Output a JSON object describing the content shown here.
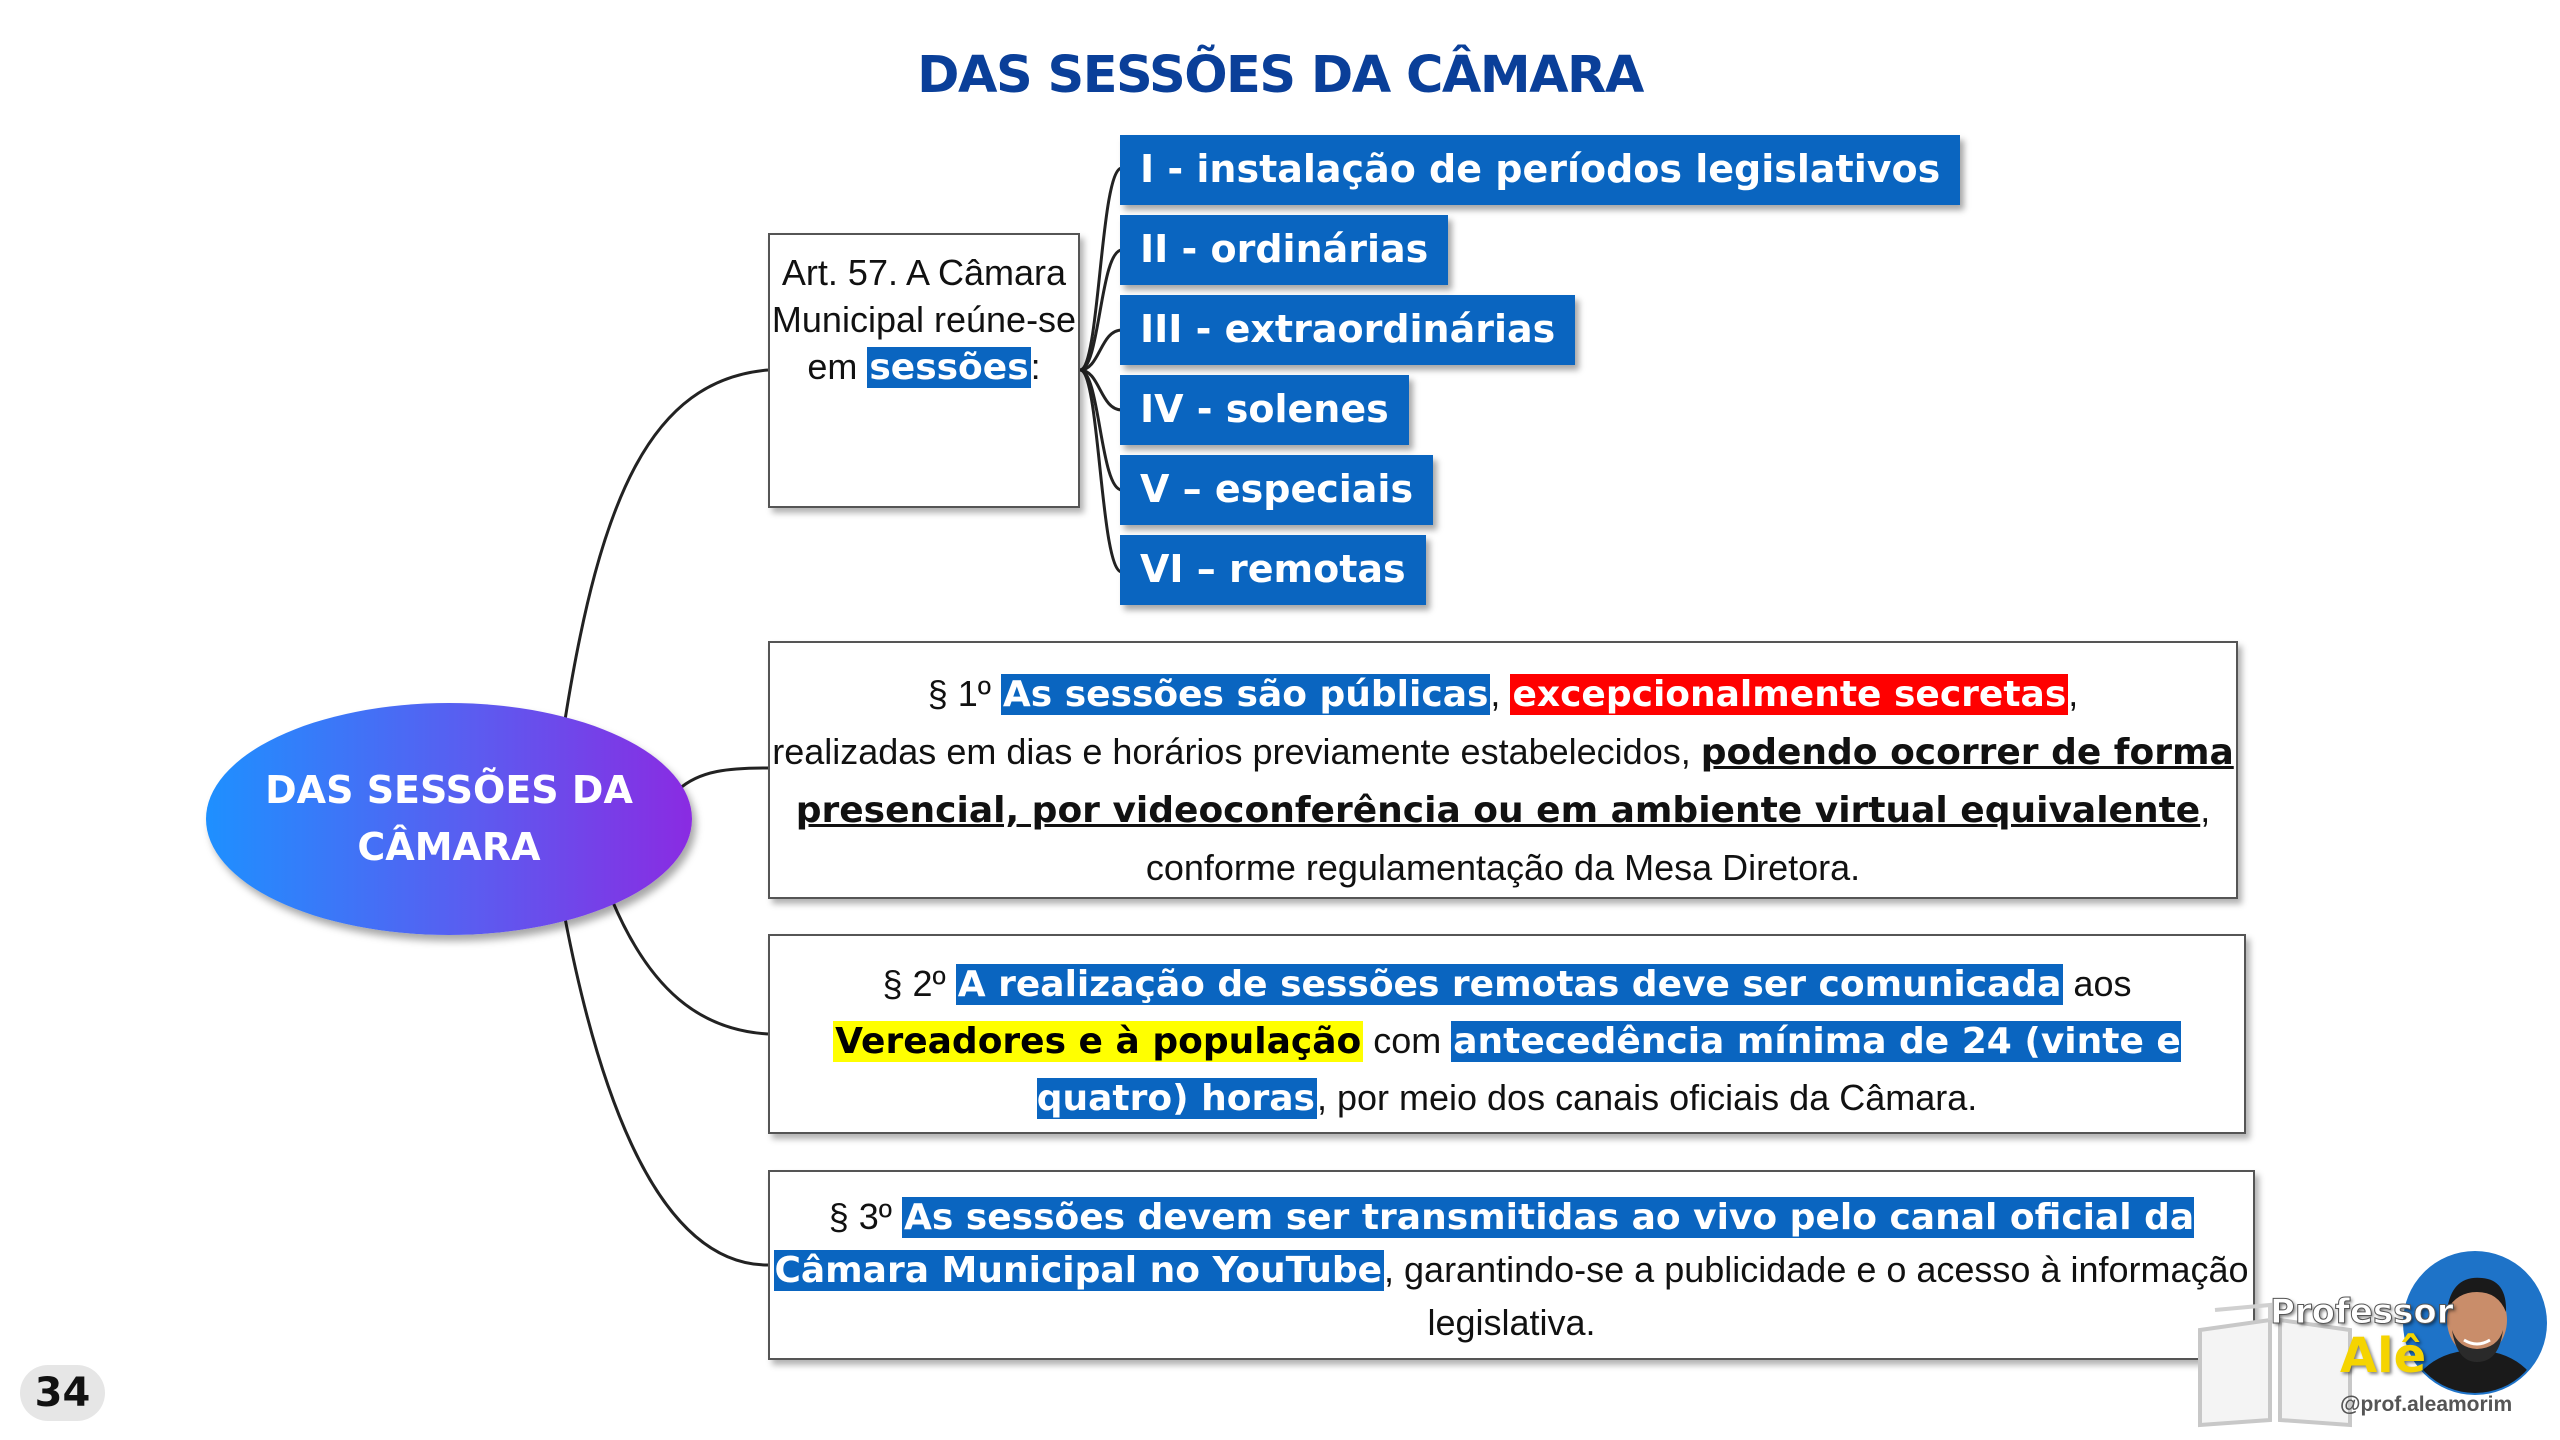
{
  "title": "DAS SESSÕES DA CÂMARA",
  "center": {
    "label": "DAS SESSÕES DA CÂMARA"
  },
  "art57": {
    "text": "Art. 57. A Câmara Municipal reúne-se em",
    "highlight": "sessões",
    "suffix": ":"
  },
  "items": [
    "I - instalação de períodos legislativos",
    "II - ordinárias",
    "III - extraordinárias",
    "IV - solenes",
    "V – especiais",
    "VI – remotas"
  ],
  "par1": {
    "prefix": "§ 1º ",
    "public": "As sessões são públicas",
    "comma1": ", ",
    "secret": "excepcionalmente secretas",
    "comma2": ",",
    "mid": "realizadas em dias e horários previamente estabelecidos, ",
    "bold": "podendo ocorrer de forma presencial, por videoconferência ou em ambiente virtual equivalente",
    "end": ", conforme regulamentação da Mesa Diretora."
  },
  "par2": {
    "prefix": "§ 2º ",
    "h1": "A realização de sessões remotas deve ser comunicada",
    "t1": " aos ",
    "yellow": "Vereadores e à população",
    "t2": " com ",
    "h2": "antecedência mínima de 24 (vinte e quatro) horas",
    "end": ", por meio dos canais oficiais da Câmara."
  },
  "par3": {
    "prefix": "§ 3º ",
    "h1": "As sessões devem ser transmitidas ao vivo pelo canal oficial da Câmara Municipal no YouTube",
    "end": ", garantindo-se a publicidade e o acesso à informação legislativa."
  },
  "page_number": "34",
  "brand": {
    "line1": "Professor",
    "line2": "Alê",
    "handle": "@prof.aleamorim"
  },
  "colors": {
    "accent_blue": "#0a65c0",
    "title_blue": "#0a3f99",
    "red": "#ff0000",
    "yellow": "#ffff00"
  }
}
